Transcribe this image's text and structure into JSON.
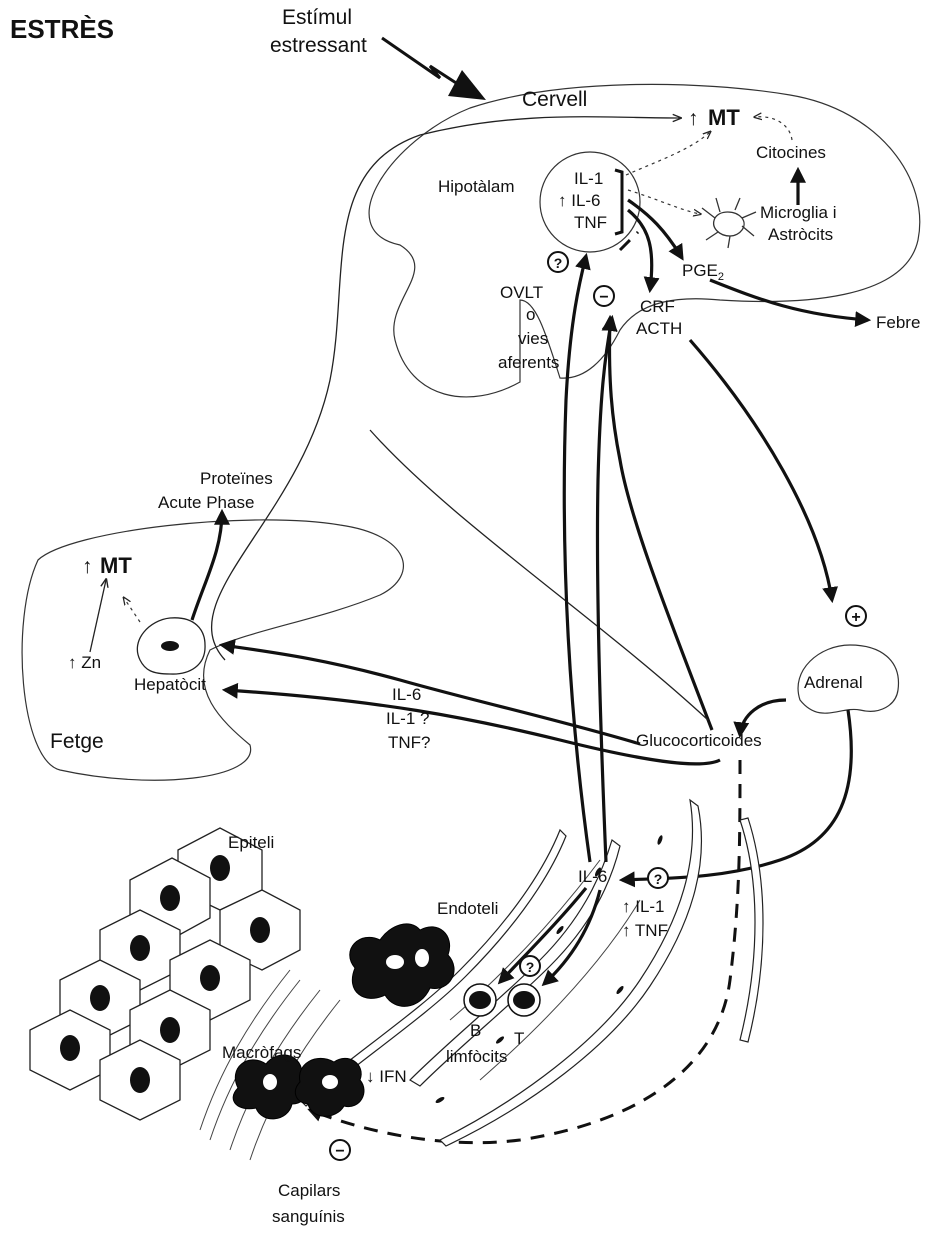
{
  "title": "ESTRÈS",
  "stimulus": {
    "line1": "Estímul",
    "line2": "estressant"
  },
  "brain": {
    "label": "Cervell",
    "mt_arrow": "↑",
    "mt": "MT",
    "cytokines": "Citocines",
    "hypothalamus": "Hipotàlam",
    "hypo_cytokines": [
      "IL-1",
      "↑ IL-6",
      "TNF"
    ],
    "microglia": [
      "Microglia i",
      "Astròcits"
    ],
    "pge2": "PGE",
    "pge2_sub": "2",
    "fever": "Febre",
    "crf": "CRF",
    "acth": "ACTH",
    "ovlt": [
      "OVLT",
      "o",
      "vies",
      "aferents"
    ]
  },
  "liver": {
    "label": "Fetge",
    "mt_arrow": "↑",
    "mt": "MT",
    "zn": "↑ Zn",
    "hepatocyte": "Hepatòcit",
    "proteins": [
      "Proteïnes",
      "Acute Phase"
    ],
    "cytokines": [
      "IL-6",
      "IL-1 ?",
      "TNF?"
    ]
  },
  "adrenal": "Adrenal",
  "glucocorticoids": "Glucocorticoides",
  "tissue": {
    "epithelium": "Epiteli",
    "endothelium": "Endoteli",
    "macrophages": "Macròfags",
    "ifn": "↓ IFN",
    "il6": "IL-6",
    "il1": "↑ IL-1",
    "tnf": "↑ TNF",
    "b": "B",
    "t": "T",
    "lymphocytes": "limfòcits",
    "capillaries": [
      "Capilars",
      "sanguínis"
    ]
  },
  "symbols": {
    "question": "?",
    "minus": "−",
    "plus": "+"
  }
}
